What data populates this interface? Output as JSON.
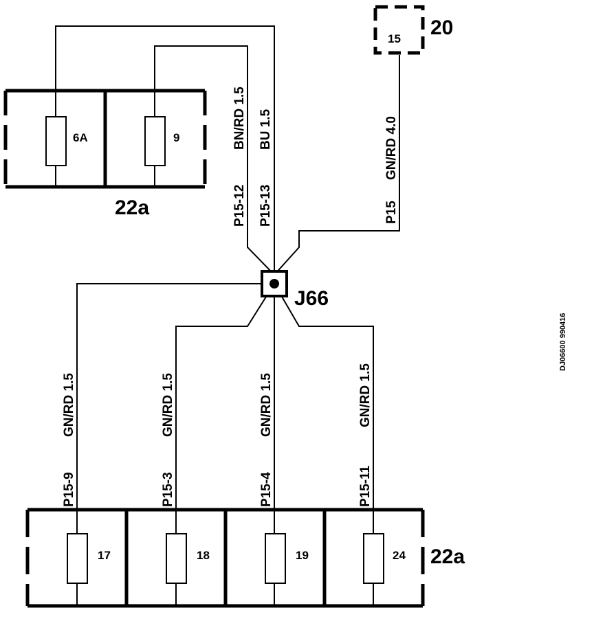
{
  "diagram": {
    "top_block_label": "22a",
    "bottom_block_label": "22a",
    "connector_label": "J66",
    "component_label": "20",
    "component_pin": "15",
    "document_code": "DJ06600 990416",
    "top_fuses": [
      {
        "id": "6A"
      },
      {
        "id": "9"
      }
    ],
    "bottom_fuses": [
      {
        "id": "17"
      },
      {
        "id": "18"
      },
      {
        "id": "19"
      },
      {
        "id": "24"
      }
    ],
    "top_wires": [
      {
        "circuit": "P15-12",
        "spec": "BN/RD 1.5"
      },
      {
        "circuit": "P15-13",
        "spec": "BU 1.5"
      },
      {
        "circuit": "P15",
        "spec": "GN/RD 4.0"
      }
    ],
    "bottom_wires": [
      {
        "circuit": "P15-9",
        "spec": "GN/RD 1.5"
      },
      {
        "circuit": "P15-3",
        "spec": "GN/RD 1.5"
      },
      {
        "circuit": "P15-4",
        "spec": "GN/RD 1.5"
      },
      {
        "circuit": "P15-11",
        "spec": "GN/RD 1.5"
      }
    ]
  }
}
